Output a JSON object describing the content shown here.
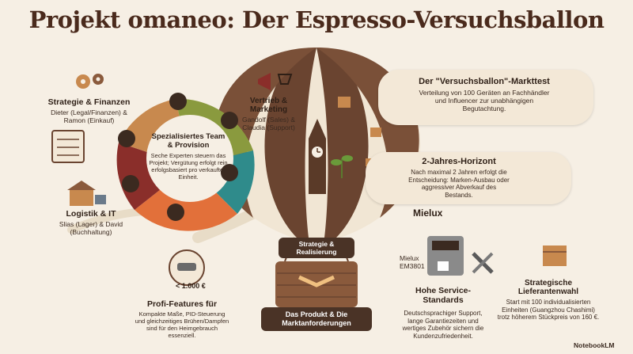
{
  "title": "Projekt omaneo: Der Espresso-Versuchsballon",
  "strategie": {
    "heading": "Strategie & Finanzen",
    "text": "Dieter (Legal/Finanzen) & Ramon (Einkauf)"
  },
  "logistik": {
    "heading": "Logistik & IT",
    "text": "Slias (Lager) & David (Buchhaltung)"
  },
  "team": {
    "heading": "Spezialisiertes Team & Provision",
    "text": "Seche Experten steuern das Projekt; Vergütung erfolgt rein erfolgsbasiert pro verkaufter Einheit."
  },
  "vertrieb": {
    "heading": "Vertrieb & Marketing",
    "text": "Gandolf (Sales) & Claudia (Support)"
  },
  "markttest": {
    "heading": "Der \"Versuchsballon\"-Markttest",
    "text": "Verteilung von 100 Geräten an Fachhändler und Influencer zur unabhängigen Begutachtung."
  },
  "horizont": {
    "heading": "2-Jahres-Horizont",
    "text": "Nach maximal 2 Jahren erfolgt die Entscheidung: Marken-Ausbau oder aggressiver Abverkauf des Bestands."
  },
  "mielux": {
    "brand": "Mielux",
    "model": "Mielux EM3801"
  },
  "service": {
    "heading": "Hohe Service-Standards",
    "text": "Deutschsprachiger Support, lange Garantiezeiten und wertiges Zubehör sichern die Kundenzufriedenheit."
  },
  "lieferant": {
    "heading": "Strategische Lieferantenwahl",
    "text": "Start mit 100 individualisierten Einheiten (Guangzhou Chashimi) trotz höherem Stückpreis von 160 €."
  },
  "features": {
    "price": "< 1.000 €",
    "heading": "Profi-Features für",
    "text": "Kompakte Maße, PID-Steuerung und gleichzeitiges Brühen/Dampfen sind für den Heimgebrauch essenziell."
  },
  "basket": {
    "top": "Strategie & Realisierung",
    "bottom": "Das Produkt & Die Marktanforderungen"
  },
  "watermark": "NotebookLM",
  "colors": {
    "brown": "#5a3a28",
    "cream": "#f6efe4",
    "orange": "#e2703a",
    "teal": "#2f8b8b",
    "olive": "#8a9a3e",
    "wine": "#8a2e2a"
  }
}
